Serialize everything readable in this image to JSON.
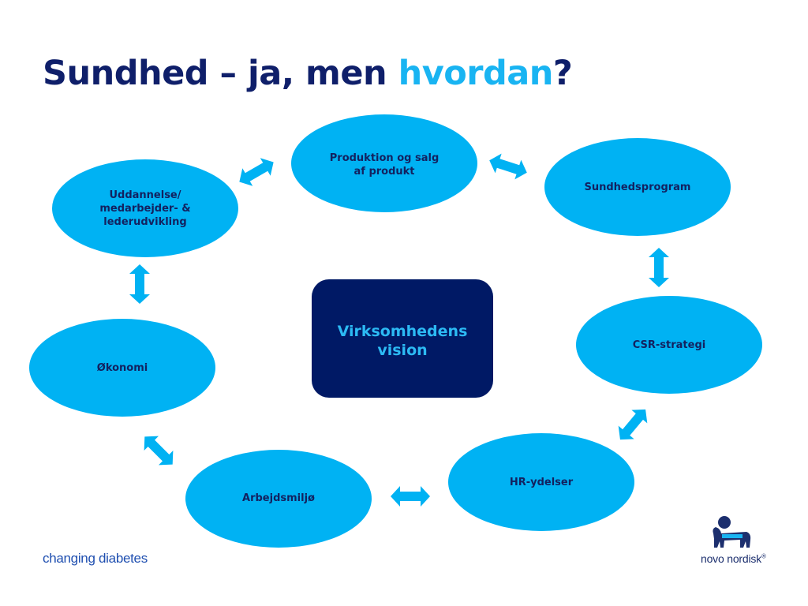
{
  "title": {
    "main": "Sundhed – ja, men ",
    "accent": "hvordan",
    "end": "?"
  },
  "center": {
    "line1": "Virksomhedens",
    "line2": "vision"
  },
  "nodes": [
    {
      "id": "produktion",
      "lines": [
        "Produktion og salg",
        "af produkt"
      ]
    },
    {
      "id": "sundhedsprogram",
      "lines": [
        "Sundhedsprogram"
      ]
    },
    {
      "id": "csr",
      "lines": [
        "CSR-strategi"
      ]
    },
    {
      "id": "hr",
      "lines": [
        "HR-ydelser"
      ]
    },
    {
      "id": "arbejdsmiljo",
      "lines": [
        "Arbejdsmiljø"
      ]
    },
    {
      "id": "okonomi",
      "lines": [
        "Økonomi"
      ]
    },
    {
      "id": "uddannelse",
      "lines": [
        "Uddannelse/",
        "medarbejder- &",
        "lederudvikling"
      ]
    }
  ],
  "footer": {
    "left": "changing diabetes",
    "right": "novo nordisk",
    "right_mark": "®"
  },
  "colors": {
    "node_fill": "#00b2f3",
    "center_fill": "#001965",
    "arrow_fill": "#00b2f3",
    "title": "#0f1f6a",
    "accent": "#19b4f2"
  }
}
